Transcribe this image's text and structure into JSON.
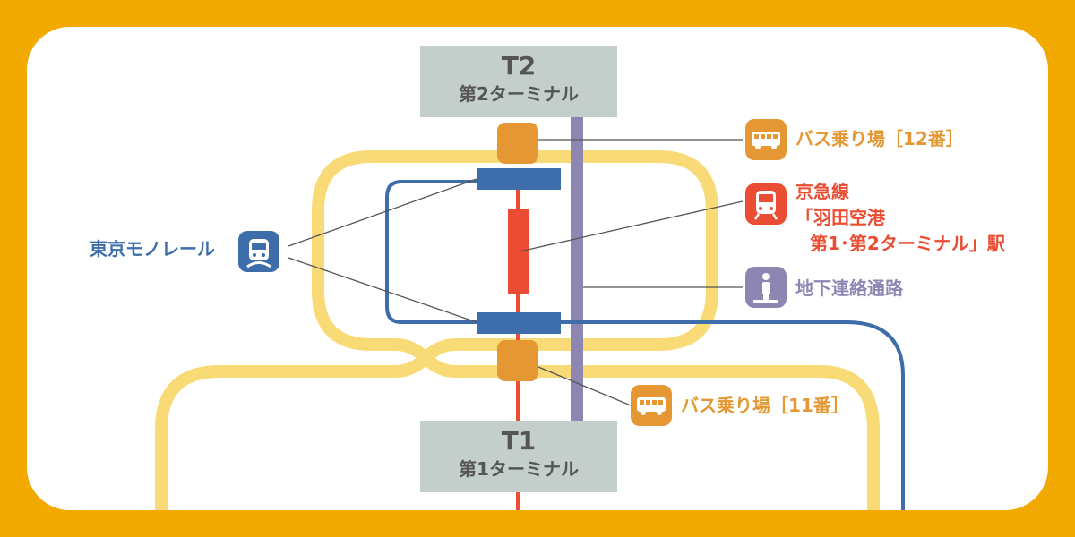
{
  "colors": {
    "background": "#F2A900",
    "canvas": "#FFFFFF",
    "road": "#F8DB77",
    "monorail": "#3D6EAB",
    "keikyu": "#EA4D33",
    "underground_passage": "#8E86B2",
    "bus_stop": "#E49732",
    "terminal_box": "#C4CECB",
    "terminal_text": "#555555"
  },
  "terminals": {
    "t2": {
      "code": "T2",
      "name": "第2ターミナル"
    },
    "t1": {
      "code": "T1",
      "name": "第1ターミナル"
    }
  },
  "legend": {
    "bus12": {
      "icon": "bus-icon",
      "label": "バス乗り場［12番］"
    },
    "keikyu": {
      "icon": "train-icon",
      "line1": "京急線",
      "line2": "「羽田空港",
      "line3": "第1･第2ターミナル」駅"
    },
    "passage": {
      "icon": "pedestrian-icon",
      "label": "地下連絡通路"
    },
    "bus11": {
      "icon": "bus-icon",
      "label": "バス乗り場［11番］"
    },
    "monorail": {
      "icon": "monorail-icon",
      "label": "東京モノレール"
    }
  }
}
